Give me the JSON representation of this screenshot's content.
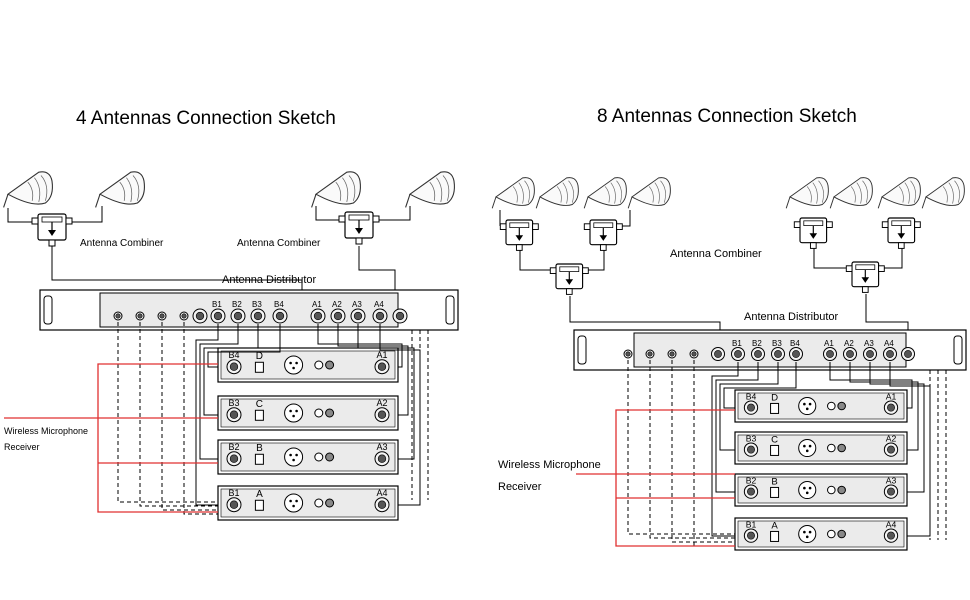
{
  "left": {
    "title": "4 Antennas Connection Sketch",
    "combiner_label_1": "Antenna Combiner",
    "combiner_label_2": "Antenna Combiner",
    "distributor_label": "Antenna Distributor",
    "receiver_label_line1": "Wireless Microphone",
    "receiver_label_line2": "Receiver",
    "dist_ports_b": [
      "B1",
      "B2",
      "B3",
      "B4"
    ],
    "dist_ports_a": [
      "A1",
      "A2",
      "A3",
      "A4"
    ],
    "dist_small_ports": [
      "A",
      "B",
      "C",
      "D"
    ],
    "receivers": [
      {
        "letter": "D",
        "in_b": "B4",
        "in_a": "A1"
      },
      {
        "letter": "C",
        "in_b": "B3",
        "in_a": "A2"
      },
      {
        "letter": "B",
        "in_b": "B2",
        "in_a": "A3"
      },
      {
        "letter": "A",
        "in_b": "B1",
        "in_a": "A4"
      }
    ]
  },
  "right": {
    "title": "8 Antennas Connection Sketch",
    "combiner_label": "Antenna Combiner",
    "distributor_label": "Antenna Distributor",
    "receiver_label_line1": "Wireless Microphone",
    "receiver_label_line2": "Receiver",
    "dist_ports_b": [
      "B1",
      "B2",
      "B3",
      "B4"
    ],
    "dist_ports_a": [
      "A1",
      "A2",
      "A3",
      "A4"
    ],
    "receivers": [
      {
        "letter": "D",
        "in_b": "B4",
        "in_a": "A1"
      },
      {
        "letter": "C",
        "in_b": "B3",
        "in_a": "A2"
      },
      {
        "letter": "B",
        "in_b": "B2",
        "in_a": "A3"
      },
      {
        "letter": "A",
        "in_b": "B1",
        "in_a": "A4"
      }
    ]
  },
  "colors": {
    "line": "#000000",
    "red_line": "#e03030",
    "panel": "#ebebeb",
    "port": "#555555"
  },
  "icons": [
    "antenna-icon",
    "combiner-icon",
    "distributor-rack-icon",
    "receiver-unit-icon",
    "xlr-connector-icon"
  ]
}
